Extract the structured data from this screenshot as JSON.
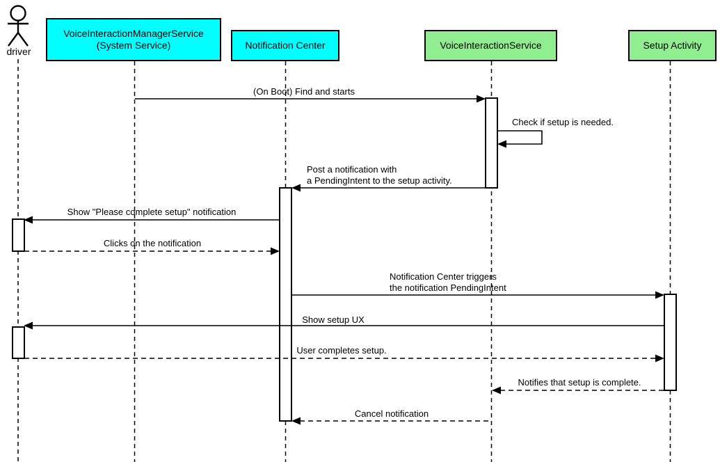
{
  "colors": {
    "system_box_fill": "#00ffff",
    "app_box_fill": "#90ee90",
    "line": "#000000",
    "background": "#ffffff"
  },
  "actor": {
    "label": "driver"
  },
  "participants": [
    {
      "id": "voice-interaction-manager-service",
      "label": "VoiceInteractionManagerService\n(System Service)",
      "fill": "#00ffff"
    },
    {
      "id": "notification-center",
      "label": "Notification Center",
      "fill": "#00ffff"
    },
    {
      "id": "voice-interaction-service",
      "label": "VoiceInteractionService",
      "fill": "#90ee90"
    },
    {
      "id": "setup-activity",
      "label": "Setup Activity",
      "fill": "#90ee90"
    }
  ],
  "messages": [
    {
      "label": "(On Boot) Find and starts",
      "from": "VoiceInteractionManagerService (System Service)",
      "to": "VoiceInteractionService",
      "line": "solid"
    },
    {
      "label": "Check if setup is needed.",
      "from": "VoiceInteractionService",
      "to": "VoiceInteractionService",
      "line": "solid"
    },
    {
      "label": "Post a notification with\na PendingIntent to the setup activity.",
      "from": "VoiceInteractionService",
      "to": "Notification Center",
      "line": "solid"
    },
    {
      "label": "Show \"Please complete setup\" notification",
      "from": "Notification Center",
      "to": "driver",
      "line": "solid"
    },
    {
      "label": "Clicks on the notification",
      "from": "driver",
      "to": "Notification Center",
      "line": "dashed"
    },
    {
      "label": "Notification Center triggers\nthe notification PendingIntent",
      "from": "Notification Center",
      "to": "Setup Activity",
      "line": "solid"
    },
    {
      "label": "Show setup UX",
      "from": "Setup Activity",
      "to": "driver",
      "line": "solid"
    },
    {
      "label": "User completes setup.",
      "from": "driver",
      "to": "Setup Activity",
      "line": "dashed"
    },
    {
      "label": "Notifies that setup is complete.",
      "from": "Setup Activity",
      "to": "VoiceInteractionService",
      "line": "dashed"
    },
    {
      "label": "Cancel notification",
      "from": "VoiceInteractionService",
      "to": "Notification Center",
      "line": "dashed"
    }
  ]
}
